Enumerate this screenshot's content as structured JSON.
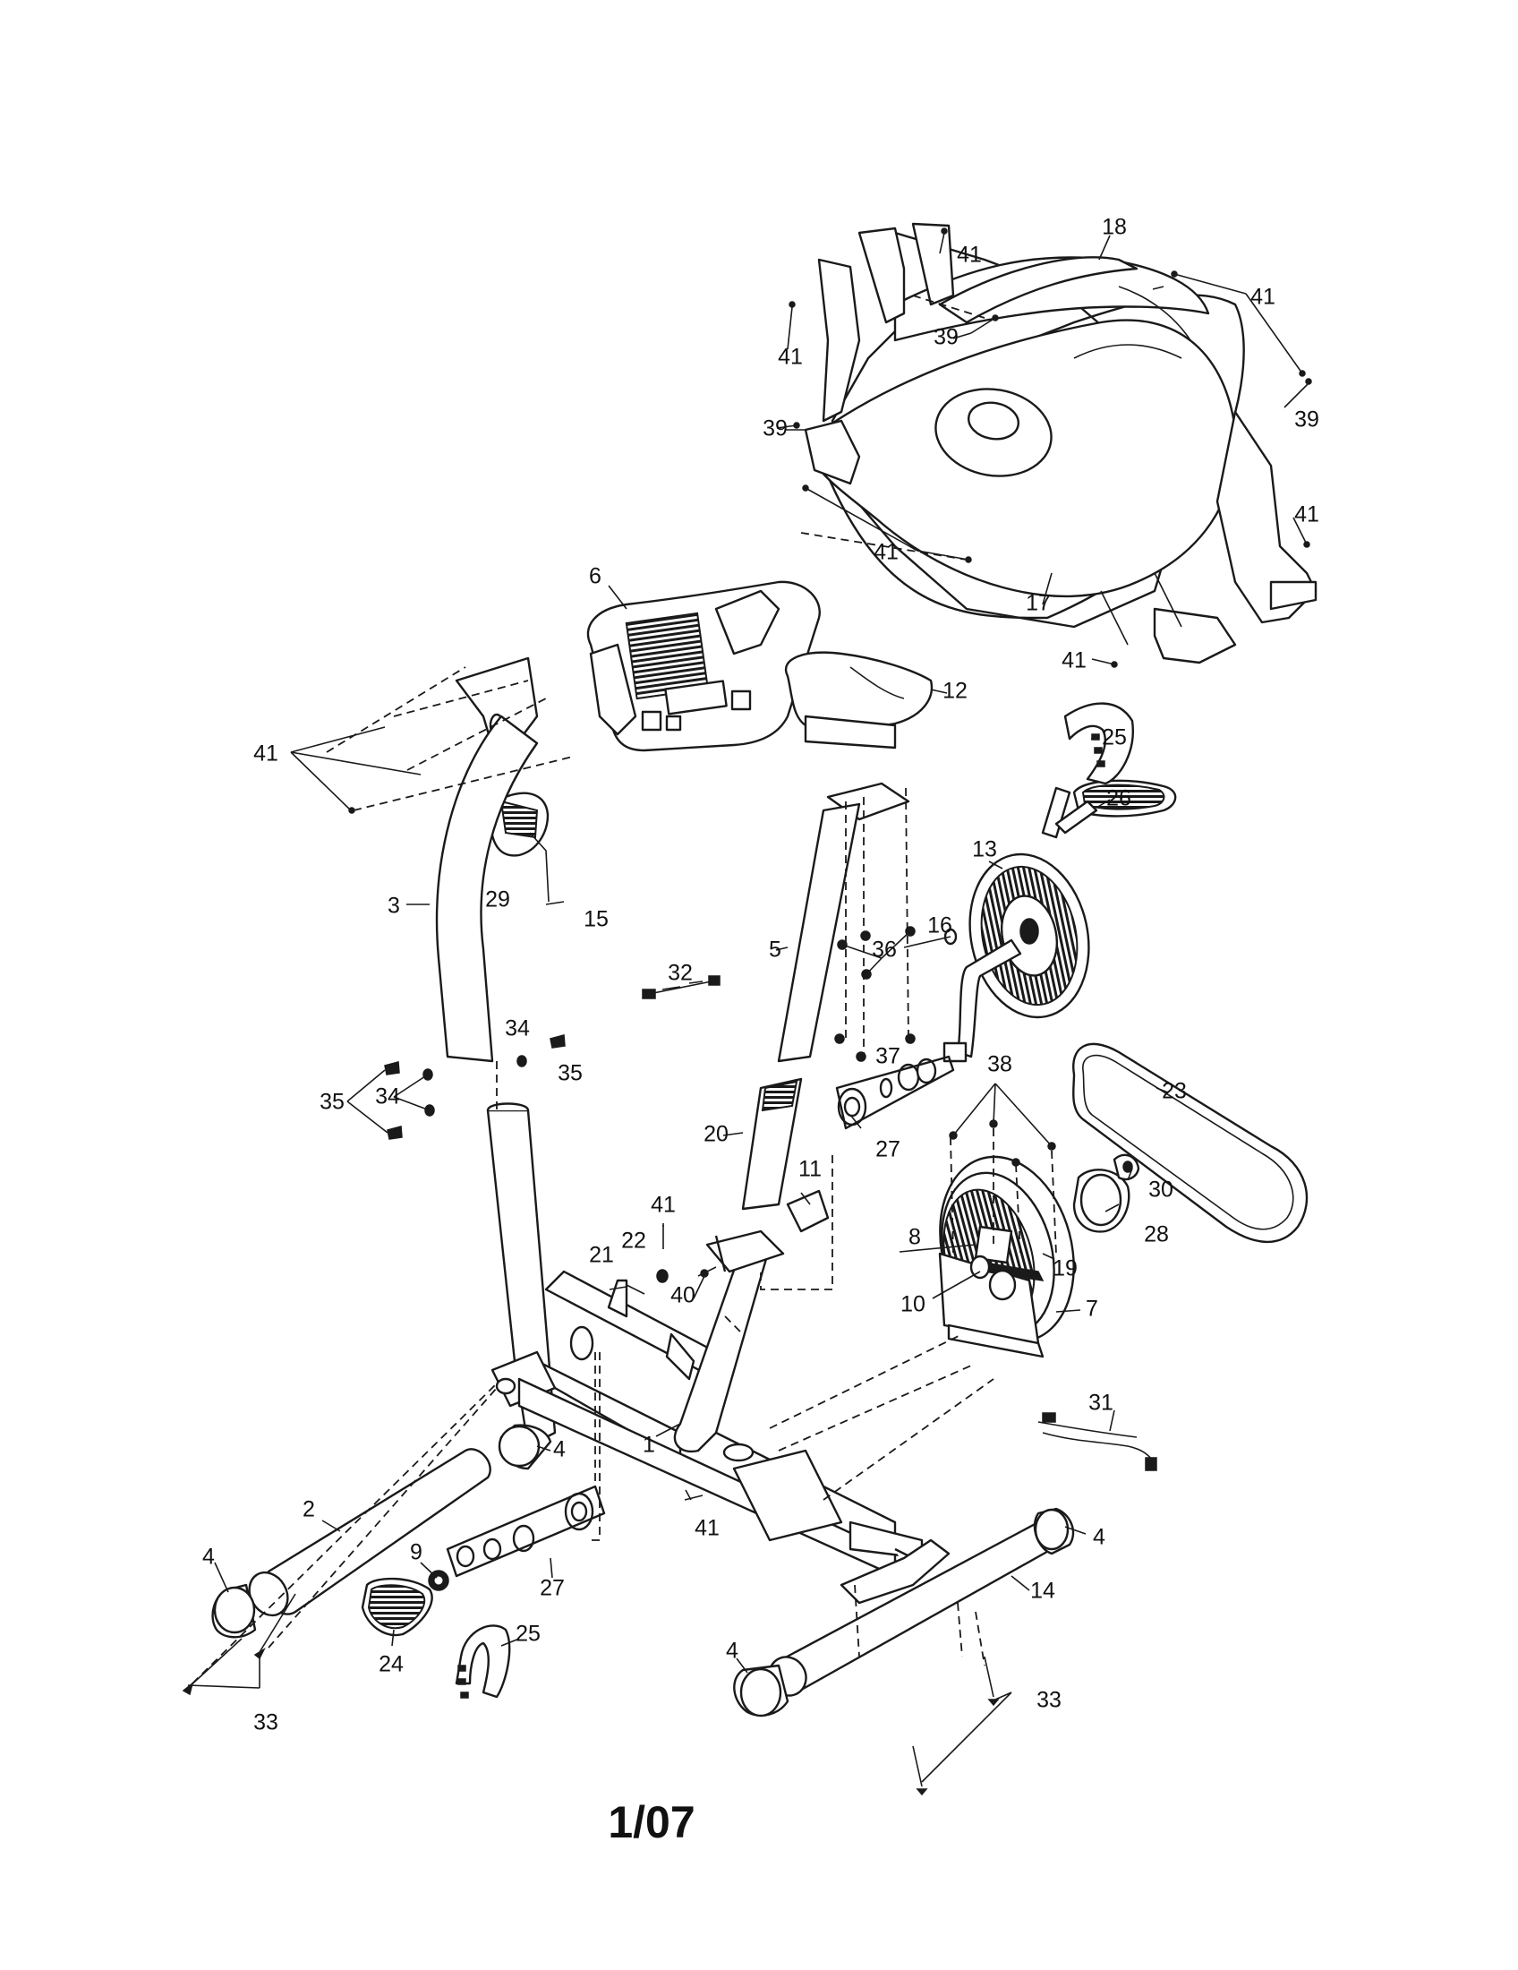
{
  "footer": {
    "page_code": "1/07"
  },
  "callouts": [
    {
      "num": "1"
    },
    {
      "num": "2"
    },
    {
      "num": "3"
    },
    {
      "num": "4"
    },
    {
      "num": "4"
    },
    {
      "num": "4"
    },
    {
      "num": "4"
    },
    {
      "num": "5"
    },
    {
      "num": "6"
    },
    {
      "num": "7"
    },
    {
      "num": "8"
    },
    {
      "num": "9"
    },
    {
      "num": "10"
    },
    {
      "num": "11"
    },
    {
      "num": "12"
    },
    {
      "num": "13"
    },
    {
      "num": "14"
    },
    {
      "num": "15"
    },
    {
      "num": "16"
    },
    {
      "num": "17"
    },
    {
      "num": "18"
    },
    {
      "num": "19"
    },
    {
      "num": "20"
    },
    {
      "num": "21"
    },
    {
      "num": "22"
    },
    {
      "num": "23"
    },
    {
      "num": "24"
    },
    {
      "num": "25"
    },
    {
      "num": "25"
    },
    {
      "num": "26"
    },
    {
      "num": "27"
    },
    {
      "num": "27"
    },
    {
      "num": "28"
    },
    {
      "num": "29"
    },
    {
      "num": "30"
    },
    {
      "num": "31"
    },
    {
      "num": "32"
    },
    {
      "num": "33"
    },
    {
      "num": "33"
    },
    {
      "num": "34"
    },
    {
      "num": "34"
    },
    {
      "num": "35"
    },
    {
      "num": "35"
    },
    {
      "num": "36"
    },
    {
      "num": "37"
    },
    {
      "num": "38"
    },
    {
      "num": "39"
    },
    {
      "num": "39"
    },
    {
      "num": "39"
    },
    {
      "num": "40"
    },
    {
      "num": "41"
    },
    {
      "num": "41"
    },
    {
      "num": "41"
    },
    {
      "num": "41"
    },
    {
      "num": "41"
    },
    {
      "num": "41"
    },
    {
      "num": "41"
    },
    {
      "num": "41"
    },
    {
      "num": "41"
    }
  ]
}
